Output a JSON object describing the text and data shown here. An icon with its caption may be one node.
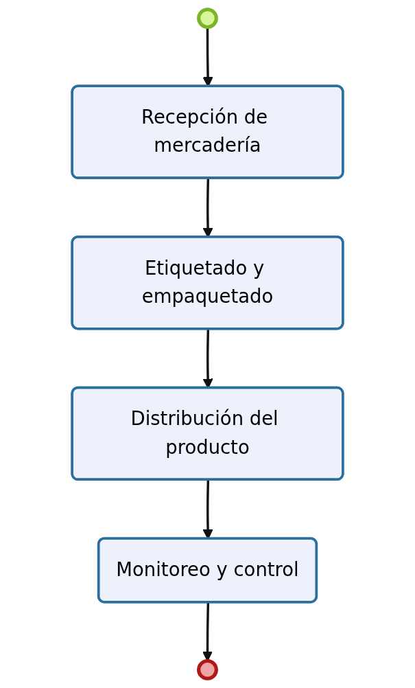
{
  "diagram": {
    "nodes": [
      {
        "text": [],
        "shape": "circle"
      },
      {
        "text": [
          "Recepción de mercadería"
        ]
      },
      {
        "text": [
          "Etiquetado y empaquetado"
        ]
      },
      {
        "text": [
          "Distribución del producto"
        ]
      },
      {
        "text": [
          "Monitoreo y control"
        ]
      },
      {
        "text": [],
        "shape": "circle"
      }
    ],
    "edges": [
      {
        "from": 0,
        "to": 1,
        "arrow": "to"
      },
      {
        "from": 1,
        "to": 2,
        "arrow": "to"
      },
      {
        "from": 2,
        "to": 3,
        "arrow": "to"
      },
      {
        "from": 3,
        "to": 4,
        "arrow": "to"
      },
      {
        "from": 4,
        "to": 5,
        "arrow": "to"
      }
    ]
  }
}
